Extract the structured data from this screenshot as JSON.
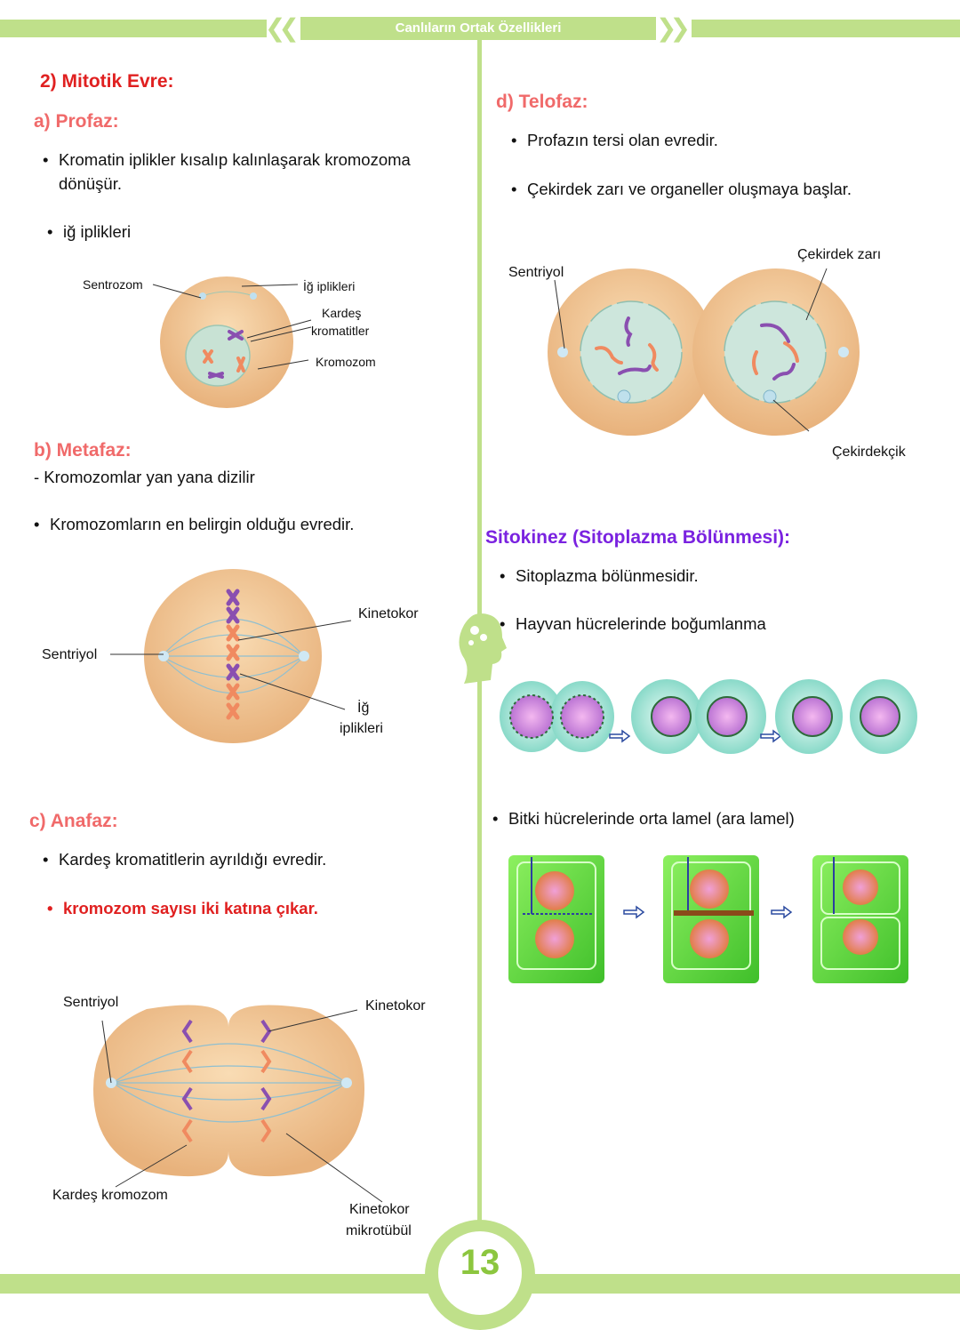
{
  "header": {
    "title": "Canlıların Ortak Özellikleri"
  },
  "page_number": "13",
  "left": {
    "section_title": "2) Mitotik Evre:",
    "profaz": {
      "title": "a) Profaz:",
      "bullet1": "Kromatin iplikler kısalıp kalınlaşarak kromozoma dönüşür.",
      "bullet2": "iğ iplikleri",
      "labels": {
        "sentrozom": "Sentrozom",
        "ig": "İğ iplikleri",
        "kardes1": "Kardeş",
        "kardes2": "kromatitler",
        "kromozom": "Kromozom"
      }
    },
    "metafaz": {
      "title": "b) Metafaz:",
      "line1": "- Kromozomlar yan yana dizilir",
      "bullet1": "Kromozomların en belirgin olduğu evredir.",
      "labels": {
        "sentriyol": "Sentriyol",
        "kinetokor": "Kinetokor",
        "ig1": "İğ",
        "ig2": "iplikleri"
      }
    },
    "anafaz": {
      "title": "c) Anafaz:",
      "bullet1": "Kardeş kromatitlerin ayrıldığı evredir.",
      "bullet2": "kromozom sayısı iki katına çıkar.",
      "labels": {
        "sentriyol": "Sentriyol",
        "kinetokor": "Kinetokor",
        "kardes_kromozom": "Kardeş kromozom",
        "mikro1": "Kinetokor",
        "mikro2": "mikrotübül"
      }
    }
  },
  "right": {
    "telofaz": {
      "title": "d) Telofaz:",
      "bullet1": "Profazın tersi olan evredir.",
      "bullet2": "Çekirdek zarı ve organeller oluşmaya başlar.",
      "labels": {
        "sentriyol": "Sentriyol",
        "cekirdek_zari": "Çekirdek zarı",
        "cekirdekcik": "Çekirdekçik"
      }
    },
    "sitokinez": {
      "title": "Sitokinez (Sitoplazma Bölünmesi):",
      "bullet1": "Sitoplazma bölünmesidir.",
      "bullet2": "Hayvan hücrelerinde boğumlanma",
      "bullet3": "Bitki hücrelerinde orta lamel (ara lamel)"
    }
  },
  "colors": {
    "accent_green": "#bfe08a",
    "heading_red": "#e02020",
    "heading_pink": "#f06a6a",
    "heading_purple": "#7a22e0"
  }
}
